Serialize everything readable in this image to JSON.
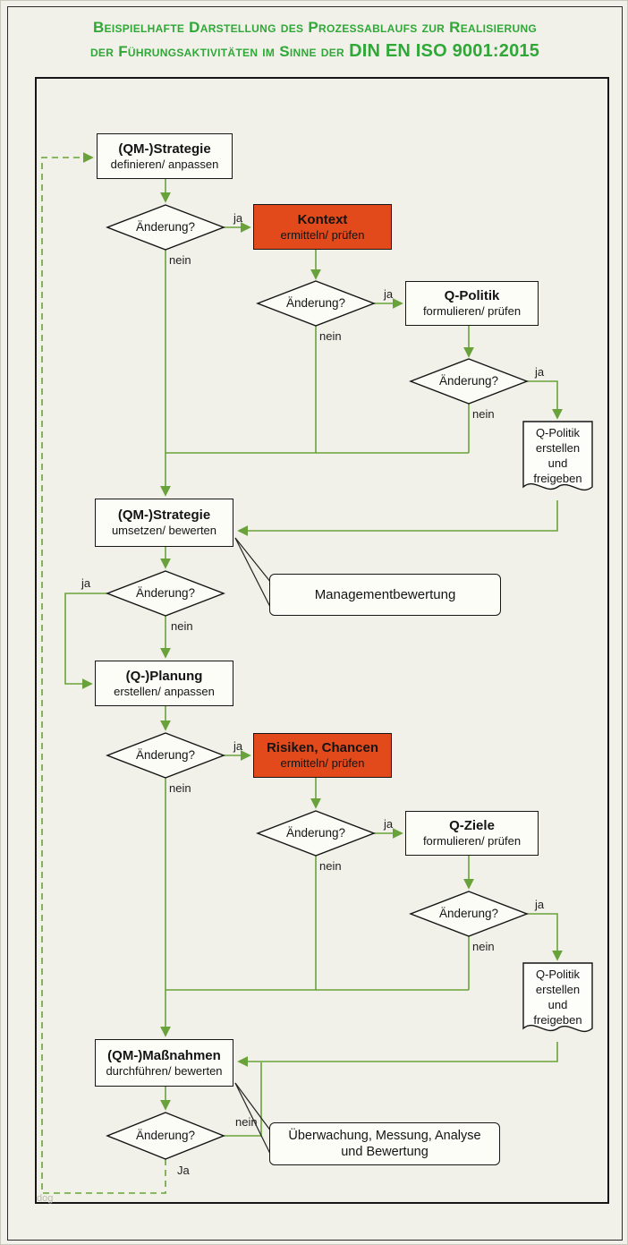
{
  "header": {
    "title_line1": "Beispielhafte Darstellung des Prozessablaufs zur Realisierung",
    "title_line2_prefix": "der Führungsaktivitäten im Sinne der",
    "title_line2_iso": "DIN EN ISO 9001:2015"
  },
  "decision_label": "Änderung?",
  "labels": {
    "ja": "ja",
    "nein": "nein",
    "ja_final": "Ja"
  },
  "nodes": {
    "strategie_definieren": {
      "title": "(QM-)Strategie",
      "subtitle": "definieren/ anpassen"
    },
    "kontext": {
      "title": "Kontext",
      "subtitle": "ermitteln/ prüfen"
    },
    "q_politik": {
      "title": "Q-Politik",
      "subtitle": "formulieren/ prüfen"
    },
    "q_politik_dokument_1": {
      "text": "Q-Politik erstellen und freigeben"
    },
    "strategie_umsetzen": {
      "title": "(QM-)Strategie",
      "subtitle": "umsetzen/ bewerten"
    },
    "managementbewertung": {
      "text": "Managementbewertung"
    },
    "q_planung": {
      "title": "(Q-)Planung",
      "subtitle": "erstellen/ anpassen"
    },
    "risiken_chancen": {
      "title": "Risiken, Chancen",
      "subtitle": "ermitteln/ prüfen"
    },
    "q_ziele": {
      "title": "Q-Ziele",
      "subtitle": "formulieren/ prüfen"
    },
    "q_politik_dokument_2": {
      "text": "Q-Politik erstellen und freigeben"
    },
    "massnahmen": {
      "title": "(QM-)Maßnahmen",
      "subtitle": "durchführen/ bewerten"
    },
    "ueberwachung": {
      "text": "Überwachung, Messung, Analyse und Bewertung"
    }
  },
  "colors": {
    "flow_line_green": "#69a23b",
    "title_green": "#2fa838",
    "accent_orange": "#e2491b",
    "background": "#f1f1e9"
  },
  "watermark": "dog"
}
